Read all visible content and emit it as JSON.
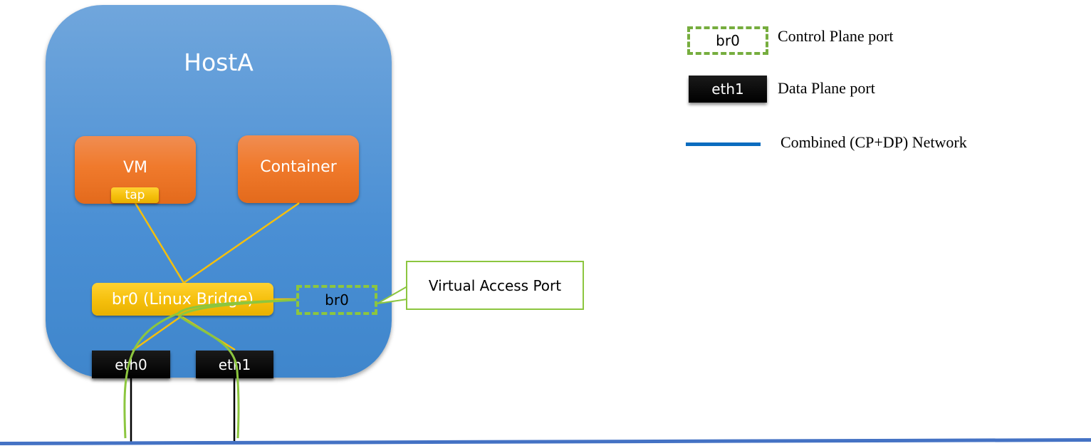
{
  "diagram": {
    "host": {
      "title": "HostA"
    },
    "nodes": {
      "vm": "VM",
      "tap": "tap",
      "container": "Container",
      "bridge": "br0 (Linux Bridge)",
      "br0_port": "br0",
      "eth0": "eth0",
      "eth1": "eth1"
    },
    "callout": {
      "text": "Virtual Access Port"
    },
    "connections": [
      {
        "from": "tap",
        "to": "bridge",
        "style": "yellow-line"
      },
      {
        "from": "container",
        "to": "bridge",
        "style": "yellow-line"
      },
      {
        "from": "bridge",
        "to": "eth0",
        "style": "yellow-line"
      },
      {
        "from": "bridge",
        "to": "eth1",
        "style": "yellow-line"
      },
      {
        "from": "br0_port",
        "to": "eth0",
        "style": "green-curve"
      },
      {
        "from": "br0_port",
        "to": "eth1",
        "style": "green-curve"
      },
      {
        "from": "eth0",
        "to": "network",
        "style": "black-line"
      },
      {
        "from": "eth1",
        "to": "network",
        "style": "black-line"
      }
    ]
  },
  "legend": {
    "items": [
      {
        "sample": "br0",
        "label": "Control Plane port"
      },
      {
        "sample": "eth1",
        "label": "Data Plane port"
      },
      {
        "sample": "",
        "label": "Combined (CP+DP) Network"
      }
    ]
  },
  "colors": {
    "host_blue": "#5b9bd5",
    "node_orange": "#f07a2c",
    "bridge_yellow": "#f5bf0c",
    "control_plane_green": "#8cc63f",
    "network_blue": "#4472c4",
    "legend_network_blue": "#0b6cbf"
  }
}
